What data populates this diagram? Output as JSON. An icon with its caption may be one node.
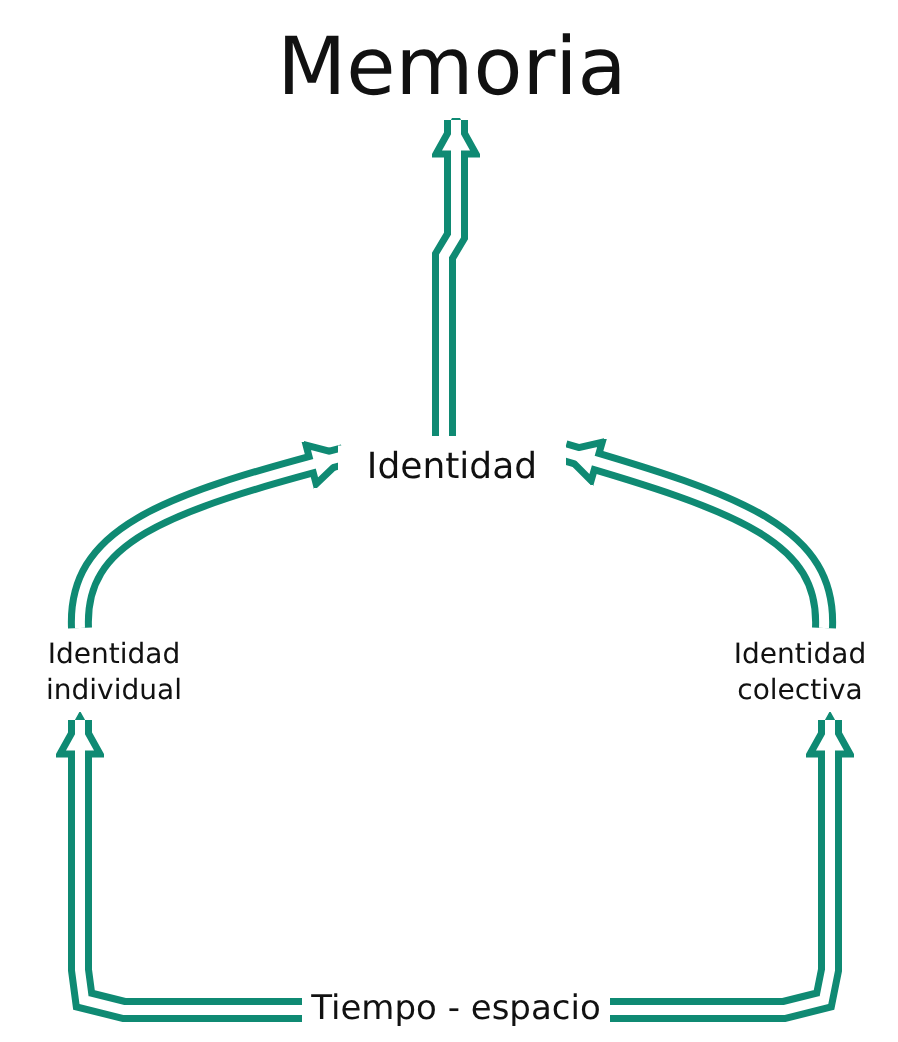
{
  "diagram": {
    "nodes": [
      {
        "text": [
          "Memoria"
        ]
      },
      {
        "text": [
          "Identidad"
        ]
      },
      {
        "text": [
          "Identidad individual"
        ]
      },
      {
        "text": [
          "Identidad colectiva"
        ]
      },
      {
        "text": [
          "Tiempo - espacio"
        ]
      }
    ],
    "edges": [
      {
        "from": 1,
        "to": 0,
        "arrow": "to"
      },
      {
        "from": 2,
        "to": 1,
        "arrow": "to"
      },
      {
        "from": 3,
        "to": 1,
        "arrow": "to"
      },
      {
        "from": 4,
        "to": 2,
        "arrow": "to"
      },
      {
        "from": 4,
        "to": 3,
        "arrow": "to"
      }
    ]
  }
}
